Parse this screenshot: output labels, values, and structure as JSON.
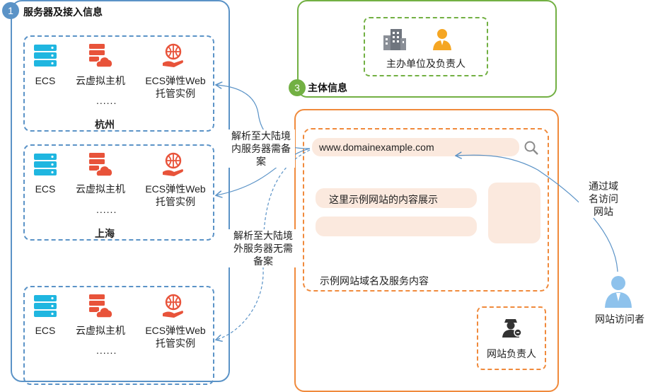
{
  "sections": {
    "server": {
      "number": "1",
      "title": "服务器及接入信息"
    },
    "subject": {
      "number": "3",
      "title": "主体信息",
      "inner_label": "主办单位及负责人"
    },
    "website": {
      "content_label": "示例网站域名及服务内容",
      "url": "www.domainexample.com",
      "content_text": "这里示例网站的内容展示",
      "owner_label": "网站负责人"
    }
  },
  "regions": [
    {
      "city": "杭州",
      "services": [
        "ECS",
        "云虚拟主机",
        "ECS弹性Web\n托管实例"
      ],
      "ellipsis": "......"
    },
    {
      "city": "上海",
      "services": [
        "ECS",
        "云虚拟主机",
        "ECS弹性Web\n托管实例"
      ],
      "ellipsis": "......"
    },
    {
      "city": "",
      "services": [
        "ECS",
        "云虚拟主机",
        "ECS弹性Web\n托管实例"
      ],
      "ellipsis": "......"
    }
  ],
  "notes": {
    "mainland": "解析至大陆境\n内服务器需备\n案",
    "overseas": "解析至大陆境\n外服务器无需\n备案",
    "visitor_path": "通过域\n名访问\n网站",
    "visitor": "网站访问者"
  },
  "icons": [
    "server-stack-icon",
    "cloud-host-icon",
    "web-hosting-icon",
    "building-icon",
    "person-icon",
    "search-icon",
    "webmaster-icon",
    "visitor-icon"
  ],
  "colors": {
    "blue": "#5b93c7",
    "green": "#72b043",
    "orange": "#f08a3c",
    "icon_cyan": "#1fb6e0",
    "icon_red": "#e8533a",
    "pill": "#fbe9de"
  }
}
